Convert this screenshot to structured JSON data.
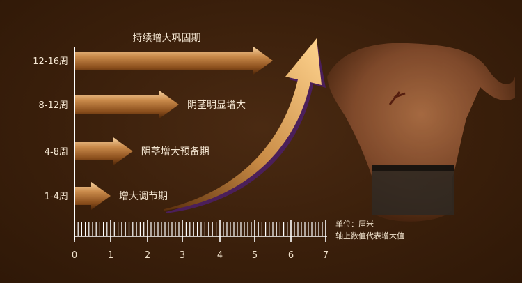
{
  "chart_data": {
    "type": "bar",
    "orientation": "horizontal",
    "categories": [
      "1-4周",
      "4-8周",
      "8-12周",
      "12-16周"
    ],
    "values": [
      1.0,
      1.6,
      2.9,
      5.5
    ],
    "bar_labels": [
      "增大调节期",
      "阴茎增大预备期",
      "阴茎明显增大",
      "持续增大巩固期"
    ],
    "x_ticks": [
      "0",
      "1",
      "2",
      "3",
      "4",
      "5",
      "6",
      "7"
    ],
    "xlim": [
      0,
      7
    ],
    "notes": [
      "单位：厘米",
      "轴上数值代表增大值"
    ],
    "colors": {
      "arrow_light": "#f6c987",
      "arrow_dark": "#6a3810",
      "background": "#3a1f0b"
    }
  }
}
